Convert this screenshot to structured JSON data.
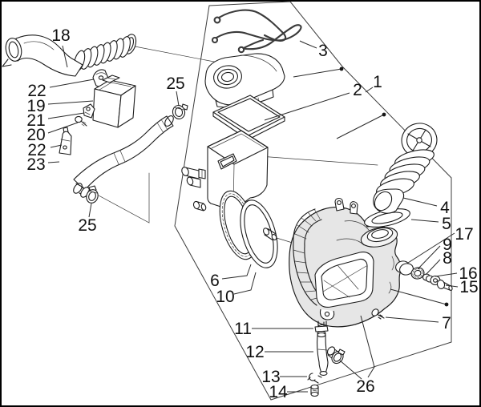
{
  "figure": {
    "kind": "exploded-parts-diagram",
    "background_color": "#ffffff",
    "line_color": "#1c1c1c",
    "border_color": "#000000",
    "label_color": "#101010"
  },
  "callouts": [
    {
      "label": "18"
    },
    {
      "label": "22"
    },
    {
      "label": "19"
    },
    {
      "label": "21"
    },
    {
      "label": "20"
    },
    {
      "label": "22"
    },
    {
      "label": "23"
    },
    {
      "label": "25"
    },
    {
      "label": "25"
    },
    {
      "label": "3"
    },
    {
      "label": "2"
    },
    {
      "label": "1"
    },
    {
      "label": "4"
    },
    {
      "label": "5"
    },
    {
      "label": "17"
    },
    {
      "label": "9"
    },
    {
      "label": "8"
    },
    {
      "label": "16"
    },
    {
      "label": "15"
    },
    {
      "label": "7"
    },
    {
      "label": "6"
    },
    {
      "label": "10"
    },
    {
      "label": "11"
    },
    {
      "label": "12"
    },
    {
      "label": "13"
    },
    {
      "label": "14"
    },
    {
      "label": "26"
    }
  ]
}
